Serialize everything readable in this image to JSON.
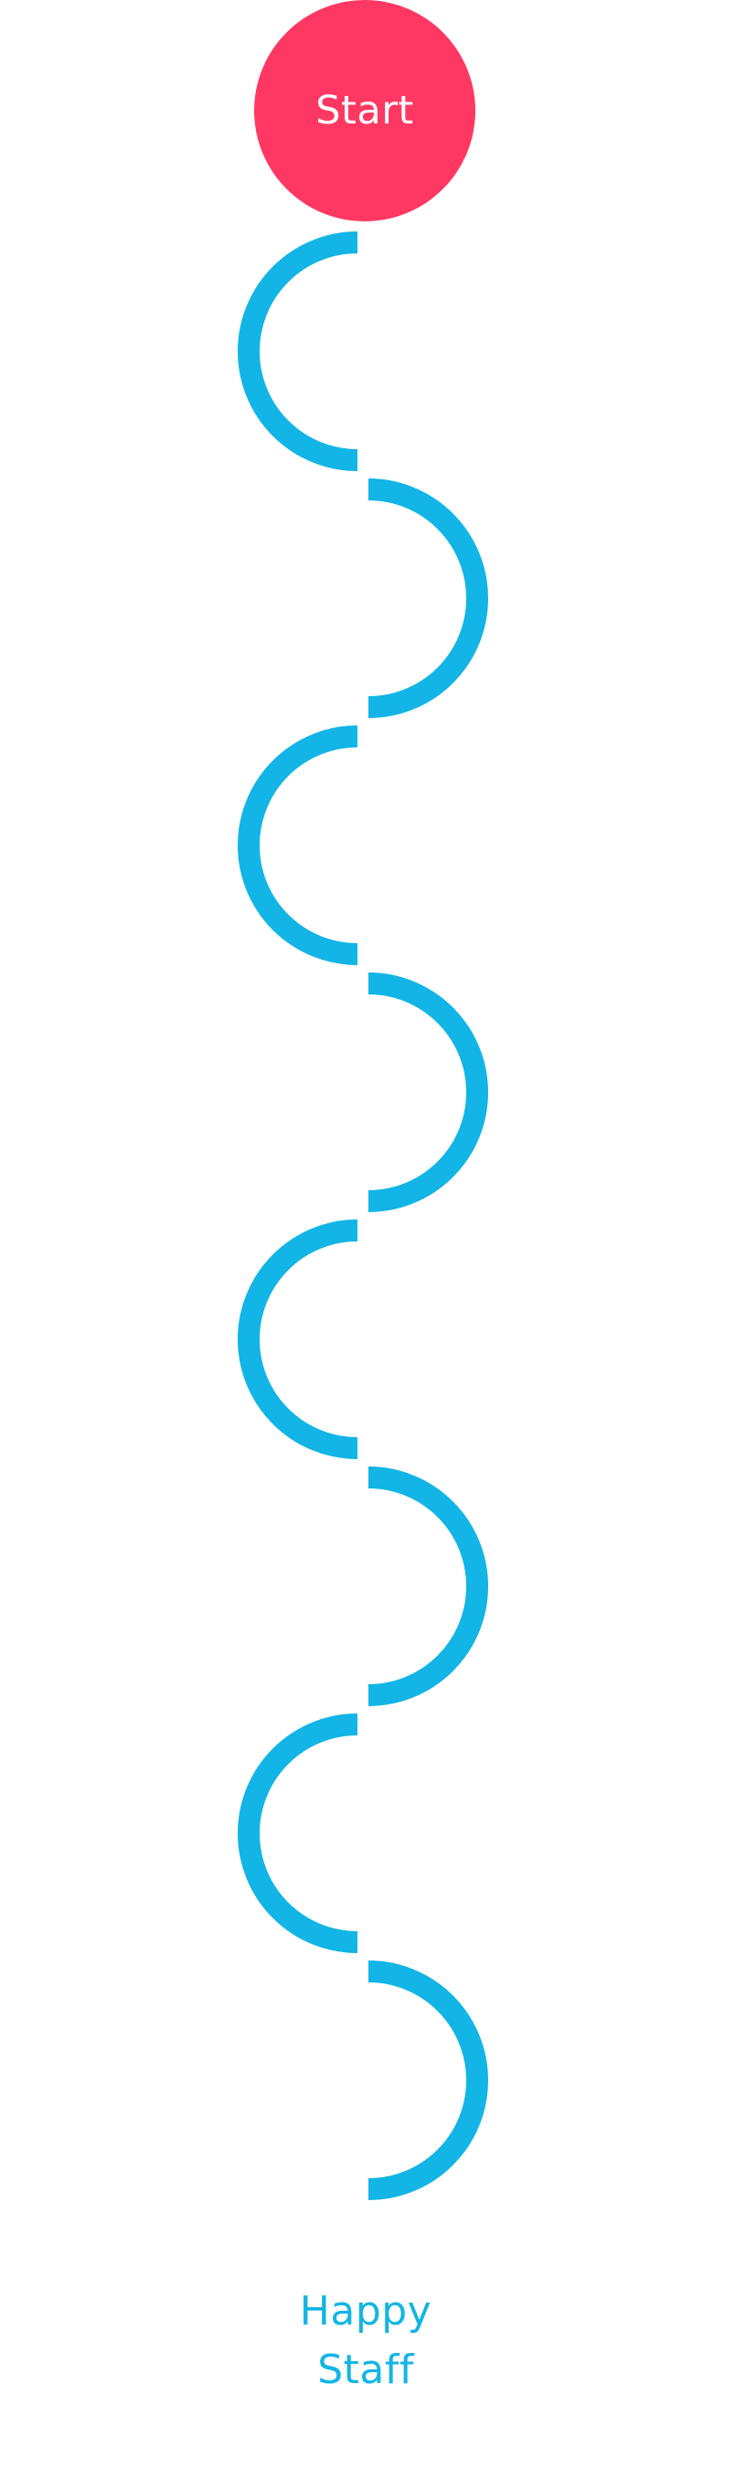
{
  "start": {
    "label": "Start",
    "color": "#fe3862"
  },
  "path": {
    "color": "#12b5e5",
    "segments": [
      "left",
      "right",
      "left",
      "right",
      "left",
      "right",
      "left",
      "right"
    ]
  },
  "end": {
    "line1": "Happy",
    "line2": "Staff",
    "color": "#12b5e5"
  }
}
